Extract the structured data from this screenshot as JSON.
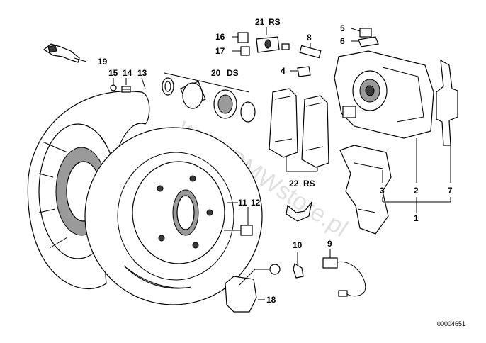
{
  "diagram": {
    "watermark": "www.BMWstore.pl",
    "drawing_code": "00004651",
    "callouts": {
      "c1": "1",
      "c2": "2",
      "c3": "3",
      "c4": "4",
      "c5": "5",
      "c6": "6",
      "c7": "7",
      "c8": "8",
      "c9": "9",
      "c10": "10",
      "c11": "11",
      "c12": "12",
      "c13": "13",
      "c14": "14",
      "c15": "15",
      "c16": "16",
      "c17": "17",
      "c18": "18",
      "c19": "19",
      "c20": "20",
      "c20_suffix": "DS",
      "c21": "21",
      "c21_suffix": "RS",
      "c22": "22",
      "c22_suffix": "RS"
    }
  }
}
